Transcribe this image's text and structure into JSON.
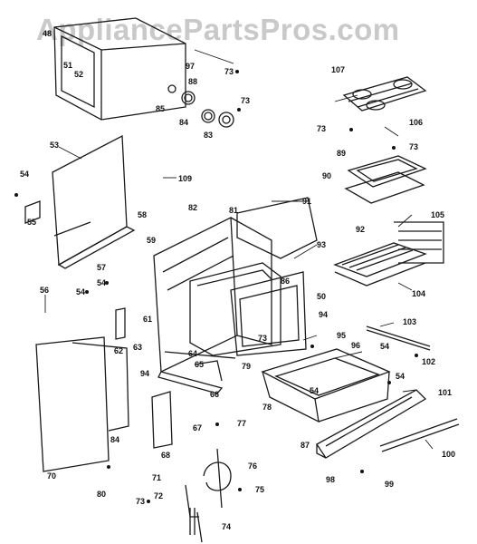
{
  "watermark": "AppliancePartsPros.com",
  "callouts": {
    "c48": "48",
    "c51": "51",
    "c52": "52",
    "c97": "97",
    "c88": "88",
    "c85": "85",
    "c84": "84",
    "c83": "83",
    "c73a": "73",
    "c73b": "73",
    "c107": "107",
    "c106": "106",
    "c73c": "73",
    "c73d": "73",
    "c89": "89",
    "c90": "90",
    "c53": "53",
    "c54a": "54",
    "c55": "55",
    "c109": "109",
    "c58a": "58",
    "c59": "59",
    "c57": "57",
    "c54b": "54",
    "c61": "61",
    "c56": "56",
    "c54c": "54",
    "c62": "62",
    "c63": "63",
    "c81": "81",
    "c82": "82",
    "c91": "91",
    "c93": "93",
    "c50": "50",
    "c86": "86",
    "c94a": "94",
    "c73e": "73",
    "c64": "64",
    "c65": "65",
    "c66": "66",
    "c67": "67",
    "c68": "68",
    "c84b": "84",
    "c94b": "94",
    "c78": "78",
    "c79": "79",
    "c77": "77",
    "c70": "70",
    "c80": "80",
    "c105": "105",
    "c92": "92",
    "c104": "104",
    "c103": "103",
    "c102": "102",
    "c54d": "54",
    "c95": "95",
    "c96": "96",
    "c54e": "54",
    "c54f": "54",
    "c101": "101",
    "c87": "87",
    "c98": "98",
    "c99": "99",
    "c100": "100",
    "c71": "71",
    "c72": "72",
    "c73f": "73",
    "c76": "76",
    "c75": "75",
    "c74": "74"
  }
}
